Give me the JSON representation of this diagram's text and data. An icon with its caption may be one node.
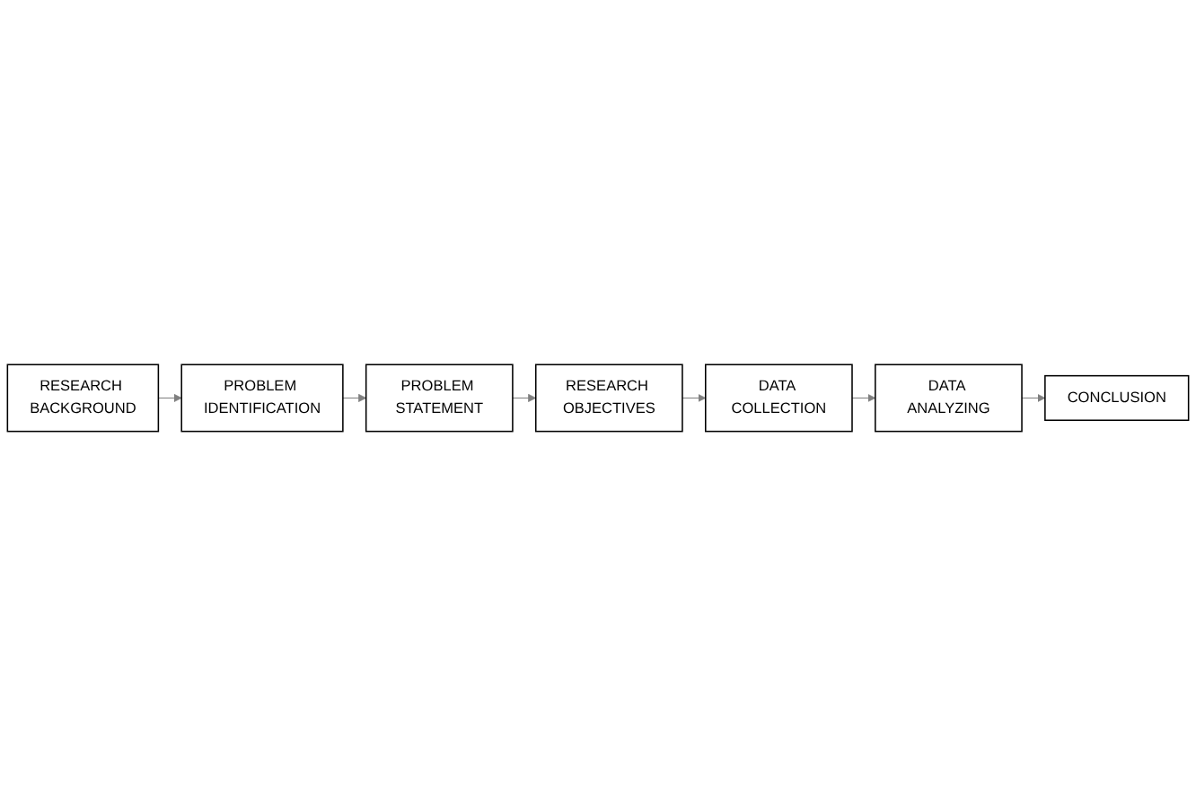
{
  "diagram": {
    "nodes": [
      {
        "text": [
          "RESEARCH BACKGROUND"
        ]
      },
      {
        "text": [
          "PROBLEM IDENTIFICATION"
        ]
      },
      {
        "text": [
          "PROBLEM STATEMENT"
        ]
      },
      {
        "text": [
          "RESEARCH OBJECTIVES"
        ]
      },
      {
        "text": [
          "DATA COLLECTION"
        ]
      },
      {
        "text": [
          "DATA ANALYZING"
        ]
      },
      {
        "text": [
          "CONCLUSION"
        ]
      }
    ],
    "edges": [
      {
        "from": 0,
        "to": 1,
        "arrow": "to"
      },
      {
        "from": 1,
        "to": 2,
        "arrow": "to"
      },
      {
        "from": 2,
        "to": 3,
        "arrow": "to"
      },
      {
        "from": 3,
        "to": 4,
        "arrow": "to"
      },
      {
        "from": 4,
        "to": 5,
        "arrow": "to"
      },
      {
        "from": 5,
        "to": 6,
        "arrow": "to"
      }
    ]
  }
}
